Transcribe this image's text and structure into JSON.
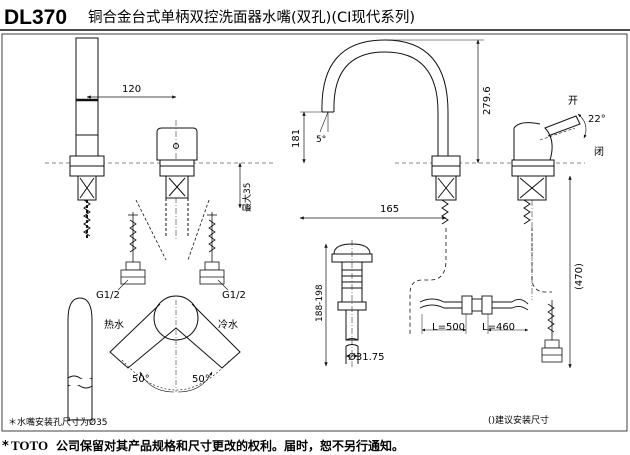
{
  "header": {
    "model": "DL370",
    "title": "铜合金台式单柄双控洗面器水嘴(双孔)(CI现代系列)"
  },
  "dimensions": {
    "d120": "120",
    "d181": "181",
    "d279_6": "279.6",
    "deg5": "5°",
    "deg22": "22°",
    "max35": "最大35",
    "d165": "165",
    "d188_198": "188-198",
    "d470": "(470)",
    "dia3175": "Ø31.75",
    "deg50_left": "50°",
    "deg50_right": "50°"
  },
  "labels": {
    "open": "开",
    "close": "闭",
    "g12_left": "G1/2",
    "g12_right": "G1/2",
    "hot": "热水",
    "cold": "冷水",
    "hose_l500": "L=500",
    "hose_l460": "L=460"
  },
  "notes": {
    "hole_size": "＊水嘴安装孔尺寸为Ø35",
    "suggested": "()建议安装尺寸"
  },
  "footer": {
    "star": "*",
    "brand": "TOTO",
    "text": "公司保留对其产品规格和尺寸更改的权利。届时，恕不另行通知。"
  }
}
